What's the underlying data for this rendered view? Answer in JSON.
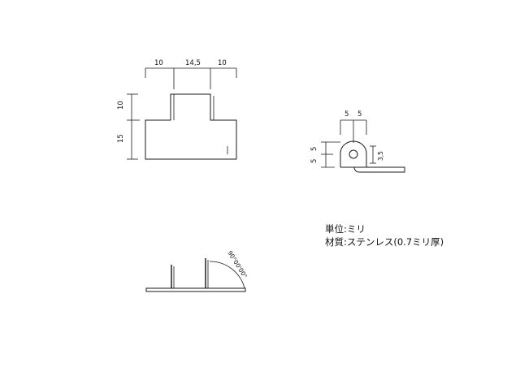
{
  "colors": {
    "line": "#1a1a1a",
    "background": "#ffffff"
  },
  "top_view": {
    "dims_horizontal": [
      "10",
      "14,5",
      "10"
    ],
    "dims_vertical": [
      "10",
      "15"
    ]
  },
  "side_view": {
    "dims_horizontal": [
      "5",
      "5"
    ],
    "dims_vertical": [
      "5",
      "5"
    ],
    "hole_dim": "3,5"
  },
  "bend_view": {
    "angle_label": "90°00'00\""
  },
  "notes": {
    "unit_label": "単位",
    "unit_sep": ":",
    "unit_value": "ミリ",
    "material_label": "材質",
    "material_sep": ":",
    "material_value": "ステンレス(0.7ミリ厚)"
  }
}
